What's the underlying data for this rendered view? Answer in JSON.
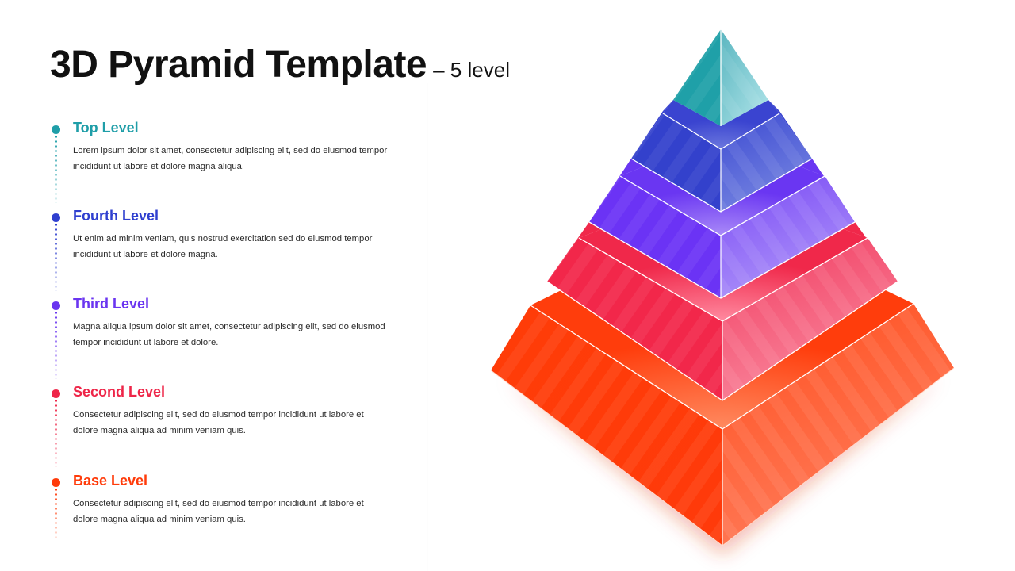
{
  "header": {
    "title": "3D Pyramid Template",
    "subtitle": "– 5 level"
  },
  "levels": [
    {
      "title": "Top Level",
      "description": "Lorem ipsum dolor sit amet, consectetur adipiscing elit, sed do eiusmod tempor incididunt ut labore et dolore magna aliqua.",
      "color": "#1f9ea8"
    },
    {
      "title": "Fourth Level",
      "description": "Ut enim ad minim veniam, quis nostrud exercitation sed do eiusmod tempor incididunt ut labore et dolore magna.",
      "color": "#2f3fcf"
    },
    {
      "title": "Third Level",
      "description": "Magna aliqua ipsum dolor sit amet, consectetur adipiscing elit, sed do eiusmod tempor incididunt ut labore et dolore.",
      "color": "#6a35f0"
    },
    {
      "title": "Second Level",
      "description": "Consectetur adipiscing elit, sed do eiusmod tempor incididunt ut labore et dolore magna aliqua ad minim veniam quis.",
      "color": "#ee2548"
    },
    {
      "title": "Base Level",
      "description": "Consectetur adipiscing elit, sed do eiusmod tempor incididunt ut labore et dolore magna aliqua ad minim veniam quis.",
      "color": "#ff3b0a"
    }
  ],
  "pyramid": {
    "colors": {
      "top": {
        "left": "#1fa0a8",
        "right_from": "#5ab6c0",
        "right_to": "#aee3e8"
      },
      "fourth": {
        "left": "#3341cc",
        "right_from": "#4a56d4",
        "right_to": "#6f7ddf",
        "ledge": "#3a44d0"
      },
      "third": {
        "left": "#6b33f5",
        "right_from": "#8455f6",
        "right_to": "#a88bf8",
        "ledge": "#6a36f2"
      },
      "second": {
        "left": "#f2274a",
        "right_from": "#f2466a",
        "right_to": "#f77a92",
        "ledge": "#f0284a"
      },
      "base": {
        "left": "#ff3a08",
        "right_from": "#ff5526",
        "right_to": "#ff7350",
        "ledge": "#ff3d0c"
      }
    }
  }
}
